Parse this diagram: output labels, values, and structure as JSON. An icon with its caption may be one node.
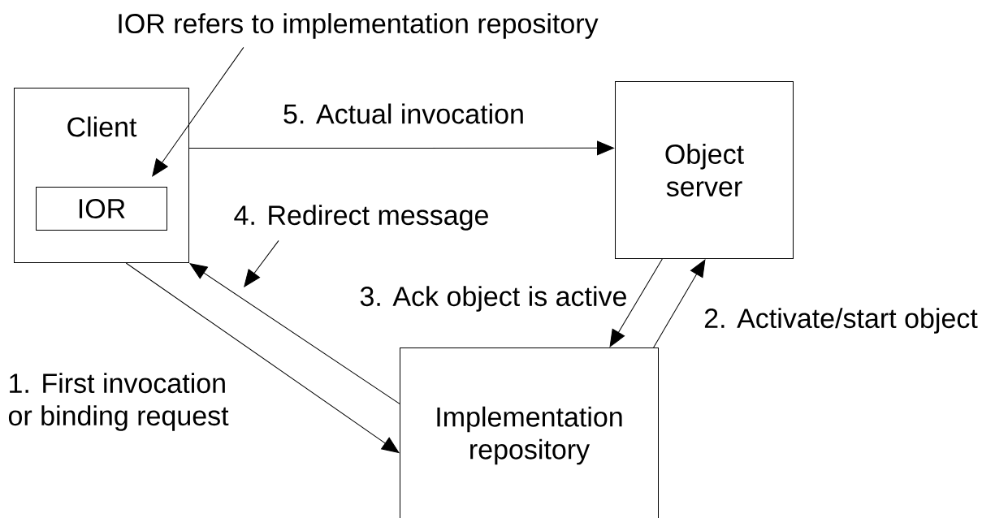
{
  "diagram": {
    "nodes": [
      {
        "text": [
          "Client"
        ]
      },
      {
        "text": [
          "IOR"
        ],
        "in": 0
      },
      {
        "text": [
          "Object server"
        ]
      },
      {
        "text": [
          "Implementation repository"
        ]
      },
      {
        "text": [
          "IOR refers to implementation repository"
        ]
      },
      {
        "text": [
          "4. Redirect message"
        ]
      }
    ],
    "edges": [
      {
        "from": 0,
        "to": 3,
        "arrow": "to",
        "label": "1. First invocation or binding request"
      },
      {
        "from": 3,
        "to": 2,
        "arrow": "to",
        "label": "2. Activate/start object"
      },
      {
        "from": 2,
        "to": 3,
        "arrow": "to",
        "label": "3. Ack object is active"
      },
      {
        "from": 3,
        "to": 0,
        "arrow": "to"
      },
      {
        "from": 0,
        "to": 2,
        "arrow": "to",
        "label": "5. Actual invocation"
      },
      {
        "from": 4,
        "to": 1,
        "arrow": "to"
      },
      {
        "from": 5,
        "to": null,
        "arrow": "to"
      }
    ]
  }
}
